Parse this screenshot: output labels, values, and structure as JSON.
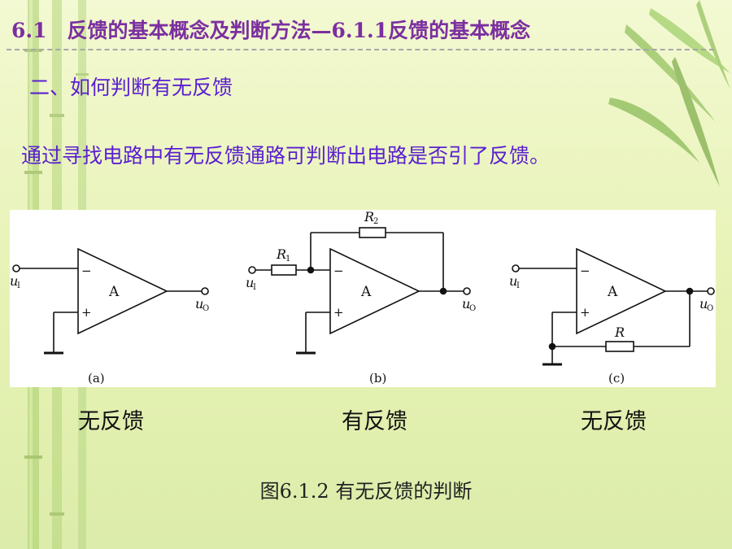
{
  "slide": {
    "title": "6.1　反馈的基本概念及判断方法—6.1.1反馈的基本概念",
    "heading": "二、如何判断有无反馈",
    "statement": "通过寻找电路中有无反馈通路可判断出电路是否引了反馈。"
  },
  "figure": {
    "caption": "图6.1.2 有无反馈的判断",
    "circuits": [
      {
        "tag": "(a)",
        "amp_label": "A",
        "minus": "−",
        "plus": "+",
        "input": {
          "name": "u",
          "sub": "I"
        },
        "output": {
          "name": "u",
          "sub": "O"
        },
        "verdict": "无反馈"
      },
      {
        "tag": "(b)",
        "amp_label": "A",
        "minus": "−",
        "plus": "+",
        "input": {
          "name": "u",
          "sub": "I"
        },
        "output": {
          "name": "u",
          "sub": "O"
        },
        "r1": {
          "name": "R",
          "sub": "1"
        },
        "r2": {
          "name": "R",
          "sub": "2"
        },
        "verdict": "有反馈"
      },
      {
        "tag": "(c)",
        "amp_label": "A",
        "minus": "−",
        "plus": "+",
        "input": {
          "name": "u",
          "sub": "I"
        },
        "output": {
          "name": "u",
          "sub": "O"
        },
        "r": {
          "name": "R"
        },
        "verdict": "无反馈"
      }
    ]
  },
  "colors": {
    "title": "#7b2fa0",
    "heading": "#5a1fd0",
    "background": "#e6f2b4",
    "bamboo": "#9cc45a"
  }
}
